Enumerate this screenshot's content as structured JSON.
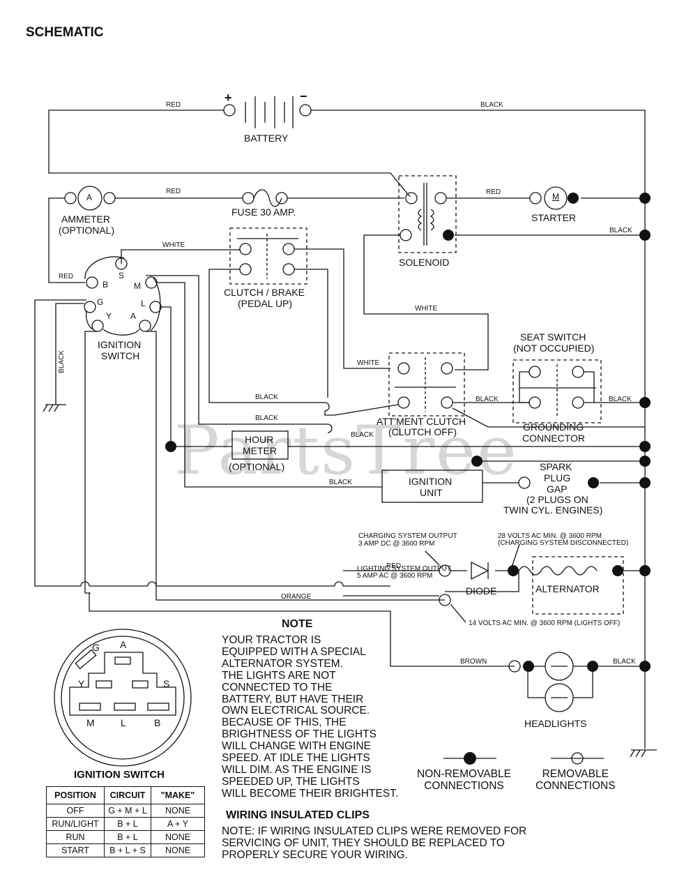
{
  "title": "SCHEMATIC",
  "watermark": "PartsTree",
  "wire_labels": {
    "red1": "RED",
    "black1": "BLACK",
    "red2": "RED",
    "red3": "RED",
    "black2": "BLACK",
    "white1": "WHITE",
    "red4": "RED",
    "black_vert": "BLACK",
    "white2": "WHITE",
    "white3": "WHITE",
    "black3": "BLACK",
    "black4": "BLACK",
    "black5": "BLACK",
    "black6": "BLACK",
    "black7": "BLACK",
    "black8": "BLACK",
    "red5": "RED",
    "orange": "ORANGE",
    "brown": "BROWN",
    "black9": "BLACK"
  },
  "components": {
    "battery": "BATTERY",
    "battery_plus": "+",
    "battery_minus": "−",
    "ammeter_symbol": "A",
    "ammeter_1": "AMMETER",
    "ammeter_2": "(OPTIONAL)",
    "fuse": "FUSE 30 AMP.",
    "starter_symbol": "M",
    "starter": "STARTER",
    "solenoid": "SOLENOID",
    "clutch_1": "CLUTCH / BRAKE",
    "clutch_2": "(PEDAL UP)",
    "ignition_switch_1": "IGNITION",
    "ignition_switch_2": "SWITCH",
    "terminals": {
      "S": "S",
      "B": "B",
      "M": "M",
      "G": "G",
      "L": "L",
      "Y": "Y",
      "A": "A"
    },
    "seat_switch_1": "SEAT SWITCH",
    "seat_switch_2": "(NOT OCCUPIED)",
    "attment_1": "ATT'MENT CLUTCH",
    "attment_2": "(CLUTCH OFF)",
    "grounding_1": "GROUNDING",
    "grounding_2": "CONNECTOR",
    "hour_meter_1": "HOUR",
    "hour_meter_2": "METER",
    "hour_meter_3": "(OPTIONAL)",
    "ignition_unit_1": "IGNITION",
    "ignition_unit_2": "UNIT",
    "spark_1": "SPARK",
    "spark_2": "PLUG",
    "spark_3": "GAP",
    "spark_4": "(2 PLUGS ON",
    "spark_5": "TWIN CYL. ENGINES)",
    "charging_1": "CHARGING SYSTEM OUTPUT",
    "charging_2": "3 AMP DC @ 3600 RPM",
    "volts28_1": "28 VOLTS AC MIN. @ 3600 RPM",
    "volts28_2": "(CHARGING SYSTEM DISCONNECTED)",
    "lighting_1": "LIGHTING SYSTEM OUTPUT",
    "lighting_2": "5 AMP AC @ 3600 RPM",
    "volts14": "14 VOLTS AC MIN. @ 3600 RPM (LIGHTS OFF)",
    "diode": "DIODE",
    "alternator": "ALTERNATOR",
    "headlights": "HEADLIGHTS"
  },
  "note": {
    "heading": "NOTE",
    "lines": [
      "YOUR TRACTOR IS",
      "EQUIPPED WITH A SPECIAL",
      "ALTERNATOR SYSTEM.",
      "THE LIGHTS ARE NOT",
      "CONNECTED TO THE",
      "BATTERY, BUT HAVE THEIR",
      "OWN ELECTRICAL SOURCE.",
      "BECAUSE OF THIS, THE",
      "BRIGHTNESS OF THE LIGHTS",
      "WILL CHANGE WITH ENGINE",
      "SPEED.  AT IDLE THE LIGHTS",
      "WILL DIM.  AS THE ENGINE IS",
      "SPEEDED UP, THE LIGHTS",
      "WILL BECOME THEIR BRIGHTEST."
    ]
  },
  "legend": {
    "non_removable_1": "NON-REMOVABLE",
    "non_removable_2": "CONNECTIONS",
    "removable_1": "REMOVABLE",
    "removable_2": "CONNECTIONS"
  },
  "clips": {
    "heading": "WIRING INSULATED CLIPS",
    "lines": [
      "NOTE: IF WIRING INSULATED CLIPS WERE REMOVED FOR",
      "SERVICING OF UNIT, THEY SHOULD BE REPLACED TO",
      "PROPERLY SECURE YOUR WIRING."
    ]
  },
  "plug": {
    "G": "G",
    "A": "A",
    "Y": "Y",
    "S": "S",
    "M": "M",
    "L": "L",
    "B": "B"
  },
  "ignition_table": {
    "title": "IGNITION SWITCH",
    "headers": [
      "POSITION",
      "CIRCUIT",
      "\"MAKE\""
    ],
    "rows": [
      [
        "OFF",
        "G + M + L",
        "NONE"
      ],
      [
        "RUN/LIGHT",
        "B + L",
        "A + Y"
      ],
      [
        "RUN",
        "B + L",
        "NONE"
      ],
      [
        "START",
        "B + L + S",
        "NONE"
      ]
    ]
  }
}
